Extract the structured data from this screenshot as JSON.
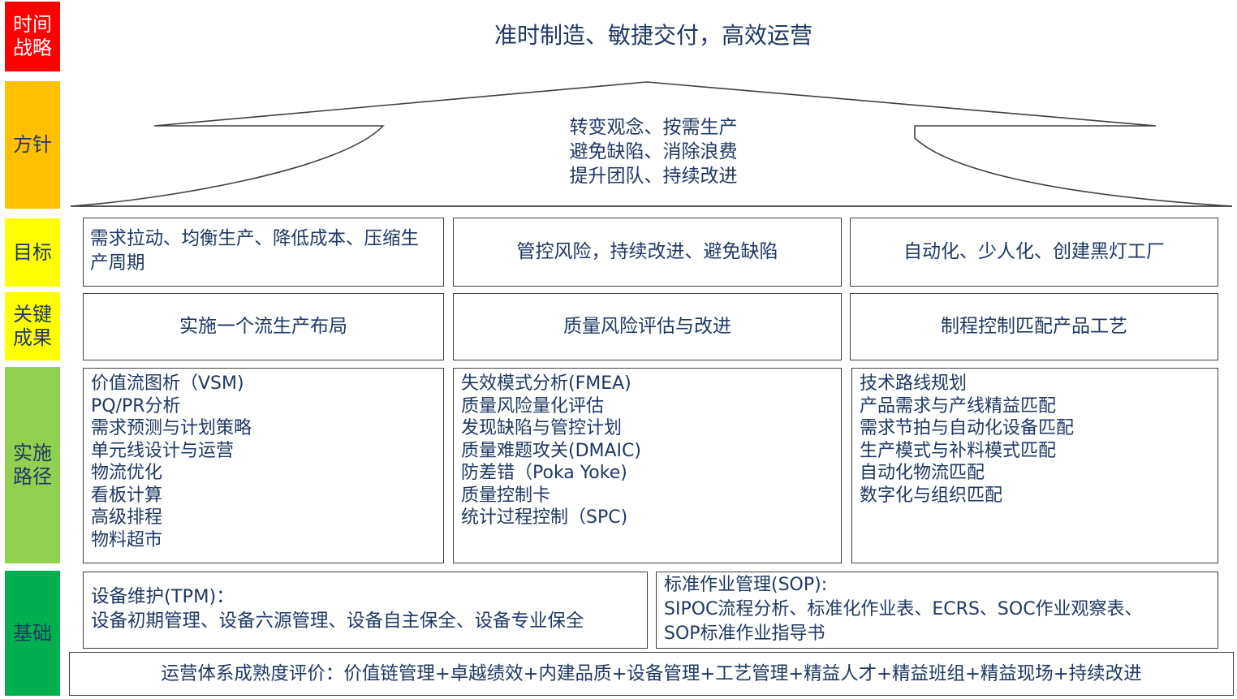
{
  "labels": {
    "strategy": "时间\n战略",
    "policy": "方针",
    "goal": "目标",
    "results": "关键\n成果",
    "path": "实施\n路径",
    "foundation": "基础"
  },
  "label_colors": {
    "strategy": "#ff0000",
    "policy": "#ffc000",
    "goal": "#ffff00",
    "results": "#ffff00",
    "path": "#92d050",
    "foundation": "#00b050",
    "strategy_text": "#ffffff",
    "policy_text": "#1f3864",
    "goal_text": "#1f3864",
    "results_text": "#1f3864",
    "path_text": "#1f3864",
    "foundation_text": "#1f3864"
  },
  "strategy_title": "准时制造、敏捷交付，高效运营",
  "policy_lines": [
    "转变观念、按需生产",
    "避免缺陷、消除浪费",
    "提升团队、持续改进"
  ],
  "goals": [
    "需求拉动、均衡生产、降低成本、压缩生产周期",
    "管控风险，持续改进、避免缺陷",
    "自动化、少人化、创建黑灯工厂"
  ],
  "results": [
    "实施一个流生产布局",
    "质量风险评估与改进",
    "制程控制匹配产品工艺"
  ],
  "paths": [
    [
      "价值流图析（VSM)",
      "PQ/PR分析",
      "需求预测与计划策略",
      "单元线设计与运营",
      "物流优化",
      "看板计算",
      "高级排程",
      "物料超市"
    ],
    [
      "失效模式分析(FMEA)",
      "质量风险量化评估",
      "发现缺陷与管控计划",
      "质量难题攻关(DMAIC)",
      "防差错（Poka Yoke)",
      "质量控制卡",
      "统计过程控制（SPC)"
    ],
    [
      "技术路线规划",
      "产品需求与产线精益匹配",
      "需求节拍与自动化设备匹配",
      "生产模式与补料模式匹配",
      "自动化物流匹配",
      "数字化与组织匹配"
    ]
  ],
  "foundation": {
    "tpm_title": "设备维护(TPM)：",
    "tpm_items": "设备初期管理、设备六源管理、设备自主保全、设备专业保全",
    "sop_title": "标准作业管理(SOP):",
    "sop_line1": "SIPOC流程分析、标准化作业表、ECRS、SOC作业观察表、",
    "sop_line2": "SOP标准作业指导书",
    "maturity": "运营体系成熟度评价：价值链管理+卓越绩效+内建品质+设备管理+工艺管理+精益人才+精益班组+精益现场+持续改进"
  }
}
